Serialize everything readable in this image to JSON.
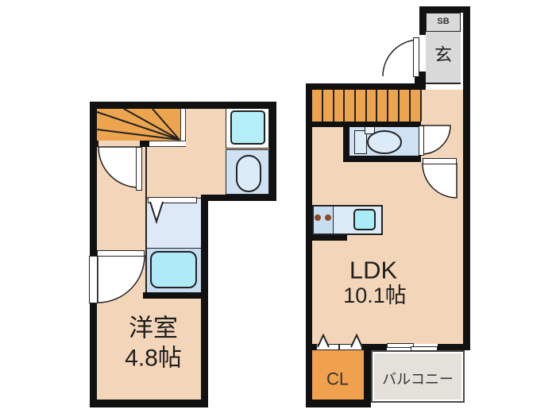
{
  "title": "floor-plan",
  "left_unit": {
    "rooms": {
      "western": {
        "label": "洋室",
        "size": "4.8帖"
      }
    }
  },
  "right_unit": {
    "rooms": {
      "ldk": {
        "label": "LDK",
        "size": "10.1帖"
      },
      "closet": {
        "label": "CL"
      },
      "balcony": {
        "label": "バルコニー"
      },
      "entrance": {
        "label": "玄"
      },
      "shoebox": {
        "label": "SB"
      }
    }
  },
  "colors": {
    "wall": "#111111",
    "floor_peach": "#f3d6ba",
    "stairs_orange": "#eca44f",
    "closet_orange": "#f0a14e",
    "wet_room_blue": "#cfe2f4",
    "washroom_blue": "#dde9f7",
    "fixture_cyan": "#aeeaf8",
    "entrance_gray": "#d9d9d9",
    "balcony_gray": "#e4e1da",
    "background": "#ffffff"
  }
}
